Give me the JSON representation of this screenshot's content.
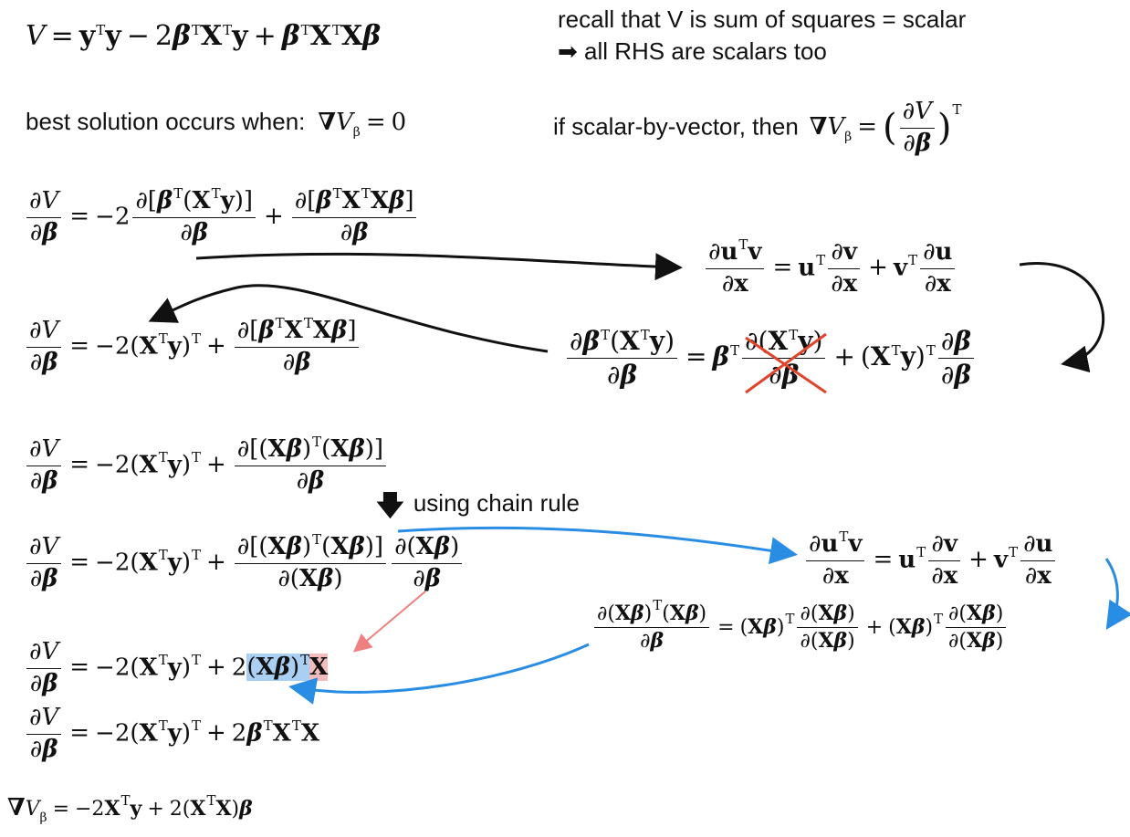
{
  "notes": {
    "recall_line1": "recall that V is sum of squares = scalar",
    "recall_line2": "➡ all RHS are scalars too",
    "best_solution": "best solution occurs when:",
    "scalar_by_vector": "if scalar-by-vector, then",
    "chain_rule": "using chain rule"
  },
  "symbols": {
    "V": "V",
    "nabla": "∇",
    "beta": "β",
    "T": "T",
    "x": "x",
    "u": "u",
    "v": "v",
    "X": "X",
    "y": "y",
    "zero": "0",
    "minus2": "−2",
    "two": "2"
  },
  "colors": {
    "arrow_black": "#111111",
    "arrow_blue": "#2a8de4",
    "arrow_pink": "#ee8080",
    "cross_red": "#e0442a",
    "highlight_blue": "#a9cff3",
    "highlight_red": "#f3bcbc"
  }
}
